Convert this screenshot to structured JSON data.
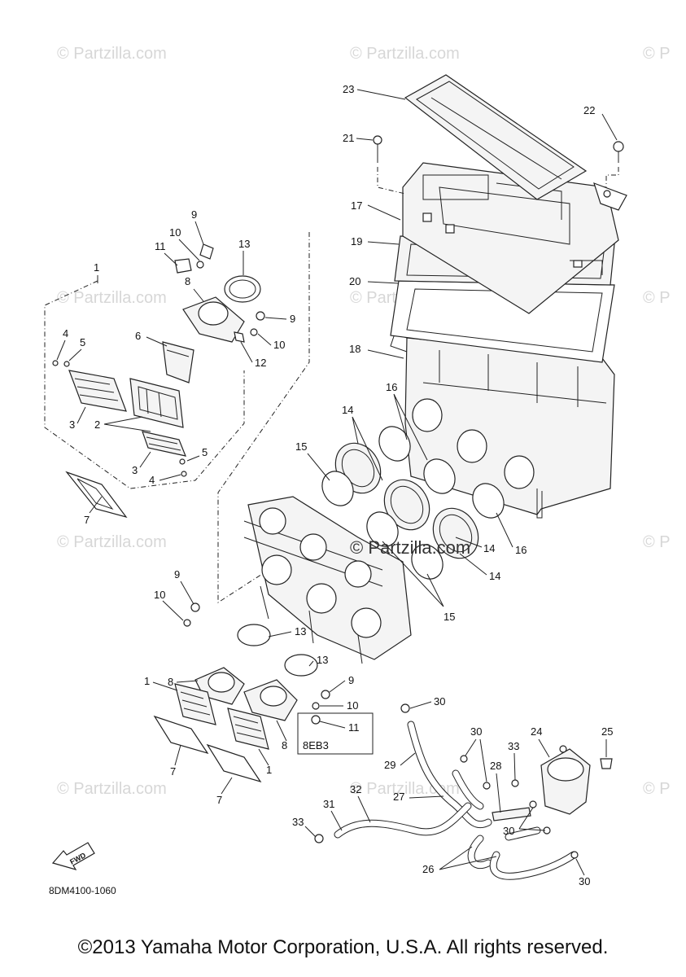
{
  "watermark": "© Partzilla.com",
  "watermark_partial": "© P",
  "center_watermark": "© Partzilla.com",
  "diagram_code": "8DM4100-1060",
  "fwd_label": "FWD",
  "variant_box_label": "8EB3",
  "copyright": "©2013 Yamaha Motor Corporation, U.S.A. All rights reserved.",
  "callouts": [
    "1",
    "2",
    "3",
    "4",
    "5",
    "6",
    "7",
    "8",
    "9",
    "10",
    "11",
    "12",
    "13",
    "14",
    "15",
    "16",
    "17",
    "18",
    "19",
    "20",
    "21",
    "22",
    "23",
    "24",
    "25",
    "26",
    "27",
    "28",
    "29",
    "30",
    "31",
    "32",
    "33"
  ]
}
